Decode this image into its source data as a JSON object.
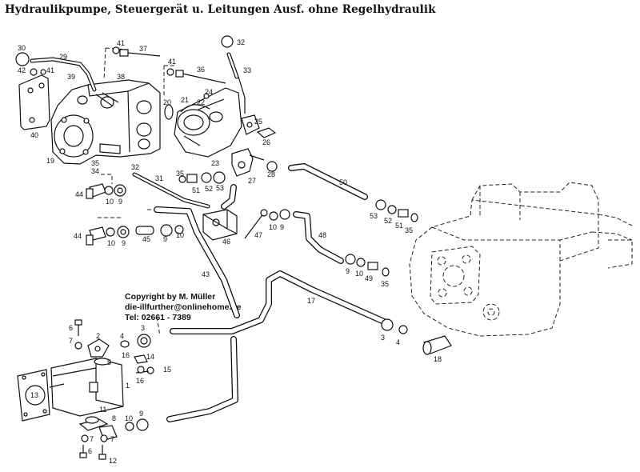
{
  "title": "Hydraulikpumpe, Steuergerät u. Leitungen Ausf. ohne Regelhydraulik",
  "copyright": {
    "line1": "Copyright by M. Müller",
    "line2": "die-illfurther@onlinehome.de",
    "line3": "Tel: 02661 - 7389"
  },
  "part_labels": [
    "1",
    "2",
    "3",
    "4",
    "5",
    "6",
    "7",
    "8",
    "9",
    "10",
    "11",
    "12",
    "13",
    "14",
    "15",
    "16",
    "17",
    "18",
    "19",
    "20",
    "21",
    "22",
    "23",
    "24",
    "25",
    "26",
    "27",
    "28",
    "29",
    "30",
    "31",
    "32",
    "33",
    "34",
    "35",
    "36",
    "37",
    "38",
    "39",
    "40",
    "41",
    "42",
    "43",
    "44",
    "45",
    "46",
    "47",
    "48",
    "49",
    "50",
    "51",
    "52",
    "53"
  ],
  "colors": {
    "ink": "#111111",
    "paper": "#ffffff"
  }
}
